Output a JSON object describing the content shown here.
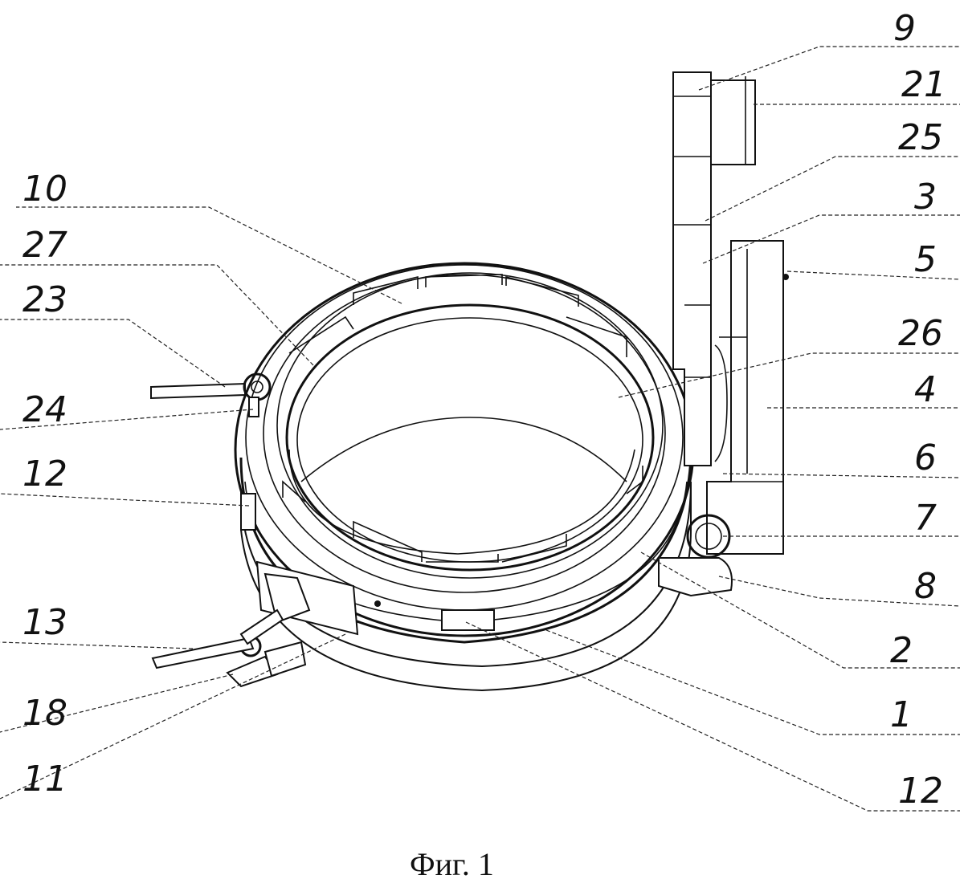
{
  "labels": {
    "l9": "9",
    "l21": "21",
    "l25": "25",
    "l3": "3",
    "l5": "5",
    "l26": "26",
    "l4": "4",
    "l6": "6",
    "l7": "7",
    "l8": "8",
    "l2": "2",
    "l1": "1",
    "l12b": "12",
    "l10": "10",
    "l27": "27",
    "l23": "23",
    "l24": "24",
    "l12a": "12",
    "l13": "13",
    "l18": "18",
    "l11": "11"
  },
  "caption": "Фиг. 1"
}
